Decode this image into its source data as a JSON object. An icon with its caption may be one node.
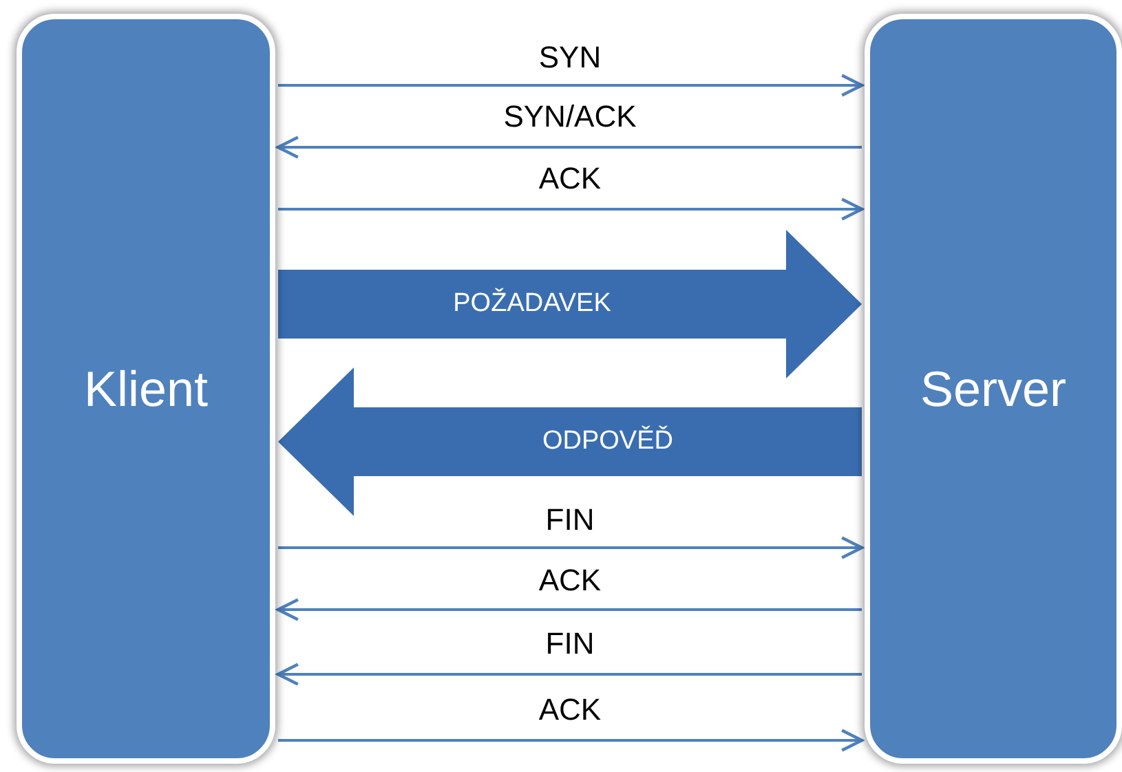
{
  "diagram": {
    "nodes": [
      {
        "text": [
          "Klient"
        ]
      },
      {
        "text": [
          "Server"
        ]
      }
    ],
    "edges": [
      {
        "from": 0,
        "to": 1,
        "arrow": "to",
        "label": "SYN"
      },
      {
        "from": 1,
        "to": 0,
        "arrow": "to",
        "label": "SYN/ACK"
      },
      {
        "from": 0,
        "to": 1,
        "arrow": "to",
        "label": "ACK"
      },
      {
        "from": 0,
        "to": 1,
        "arrow": "to",
        "label": "POŽADAVEK",
        "style": "thick"
      },
      {
        "from": 1,
        "to": 0,
        "arrow": "to",
        "label": "ODPOVĚĎ",
        "style": "thick"
      },
      {
        "from": 0,
        "to": 1,
        "arrow": "to",
        "label": "FIN"
      },
      {
        "from": 1,
        "to": 0,
        "arrow": "to",
        "label": "ACK"
      },
      {
        "from": 1,
        "to": 0,
        "arrow": "to",
        "label": "FIN"
      },
      {
        "from": 0,
        "to": 1,
        "arrow": "to",
        "label": "ACK"
      }
    ]
  }
}
